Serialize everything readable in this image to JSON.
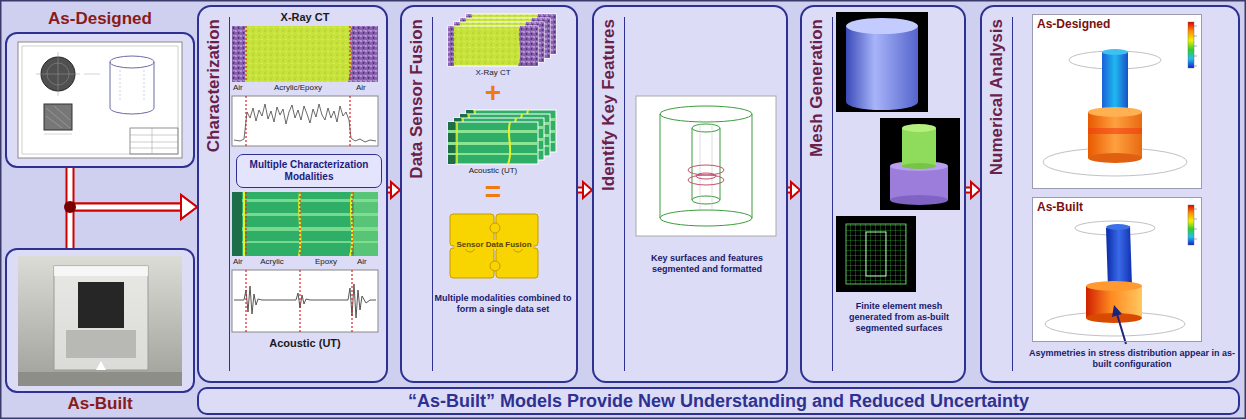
{
  "diagram": {
    "nodes": [
      {
        "text": [
          "As-Designed"
        ]
      },
      {
        "text": [
          "As-Built"
        ]
      },
      {
        "text": [
          "Characterization"
        ]
      },
      {
        "text": [
          "Multiple Characterization Modalities"
        ],
        "in": 2
      },
      {
        "text": [
          "Data Sensor Fusion",
          "Multiple modalities combined to form a single data set"
        ]
      },
      {
        "text": [
          "Identify Key Features",
          "Key surfaces and features segmented and formatted"
        ]
      },
      {
        "text": [
          "Mesh Generation",
          "Finite element mesh generated from as-built segmented surfaces"
        ]
      },
      {
        "text": [
          "Numerical Analysis",
          "Asymmetries in stress distribution appear in as-built configuration"
        ]
      },
      {
        "text": [
          "As-Designed"
        ],
        "in": 7
      },
      {
        "text": [
          "As-Built"
        ],
        "in": 7
      },
      {
        "text": [
          "“As-Built” Models Provide New Understanding and Reduced Uncertainty"
        ]
      }
    ],
    "edges": [
      {
        "from": 0,
        "to": 2,
        "arrow": "to"
      },
      {
        "from": 1,
        "to": 2,
        "arrow": "to"
      },
      {
        "from": 2,
        "to": 4,
        "arrow": "to"
      },
      {
        "from": 4,
        "to": 5,
        "arrow": "to"
      },
      {
        "from": 5,
        "to": 6,
        "arrow": "to"
      },
      {
        "from": 6,
        "to": 7,
        "arrow": "to"
      }
    ],
    "labels": [
      "X-Ray CT",
      "Air",
      "Acrylic/Epoxy",
      "Air",
      "Air",
      "Acrylic",
      "Epoxy",
      "Air",
      "Acoustic (UT)",
      "X-Ray CT",
      "+",
      "Acoustic (UT)",
      "=",
      "Sensor Data Fusion"
    ]
  }
}
